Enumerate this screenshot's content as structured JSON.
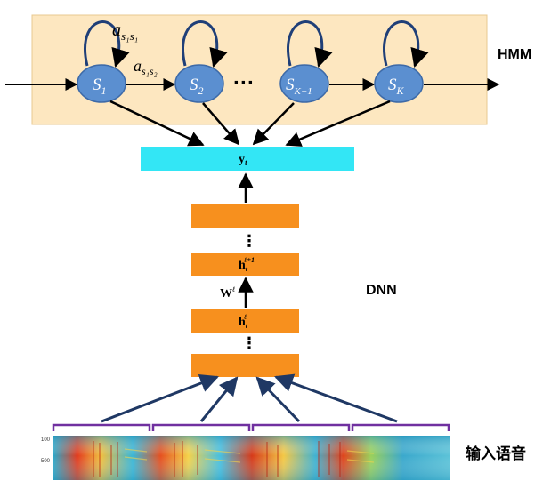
{
  "hmm": {
    "label": "HMM",
    "states": [
      {
        "base": "S",
        "sub": "1"
      },
      {
        "base": "S",
        "sub": "2"
      },
      {
        "base": "S",
        "sub": "K−1"
      },
      {
        "base": "S",
        "sub": "K"
      }
    ],
    "ellipsis": "···",
    "self_transition": {
      "base": "a",
      "sub": "s₁s₁"
    },
    "forward_transition": {
      "base": "a",
      "sub": "s₁s₂"
    }
  },
  "output": {
    "base": "y",
    "sub": "t"
  },
  "dnn": {
    "label": "DNN",
    "hidden_top": {
      "base": "h",
      "sub": "t",
      "sup": "ℓ+1"
    },
    "hidden_mid": {
      "base": "h",
      "sub": "t",
      "sup": "ℓ"
    },
    "weight": {
      "base": "W",
      "sup": "ℓ"
    },
    "vdots": "⋮"
  },
  "input": {
    "label": "输入语音",
    "axis_ticks": [
      "100",
      "500"
    ]
  },
  "colors": {
    "hmm_panel": "#fde7c0",
    "state_fill": "#5b8fd0",
    "output_box": "#33e6f5",
    "hidden_box": "#f7901e",
    "frame_bracket": "#7030a0",
    "input_arrow": "#1f3864"
  }
}
